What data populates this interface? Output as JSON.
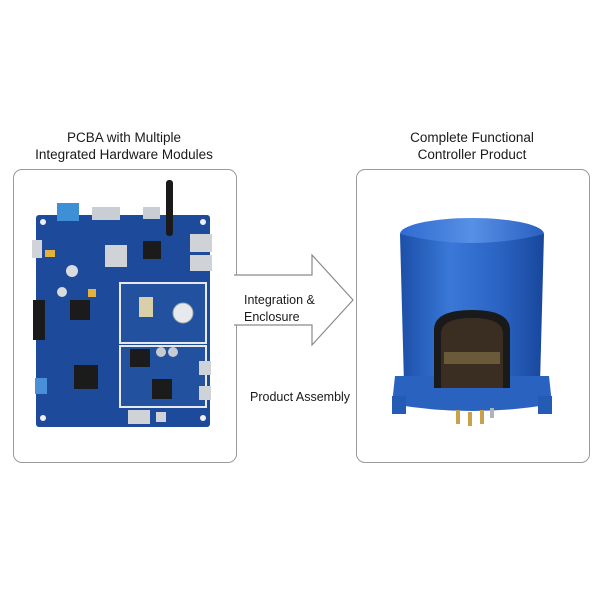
{
  "left_title_line1": "PCBA with Multiple",
  "left_title_line2": "Integrated Hardware Modules",
  "right_title_line1": "Complete Functional",
  "right_title_line2": "Controller Product",
  "arrow_label_line1": "Integration &",
  "arrow_label_line2": "Enclosure",
  "bottom_label": "Product Assembly",
  "colors": {
    "pcb_blue": "#1d4a9a",
    "enclosure_blue": "#2b67c9",
    "panel_border": "#9a9a9a",
    "arrow_border": "#8a8a8a"
  }
}
